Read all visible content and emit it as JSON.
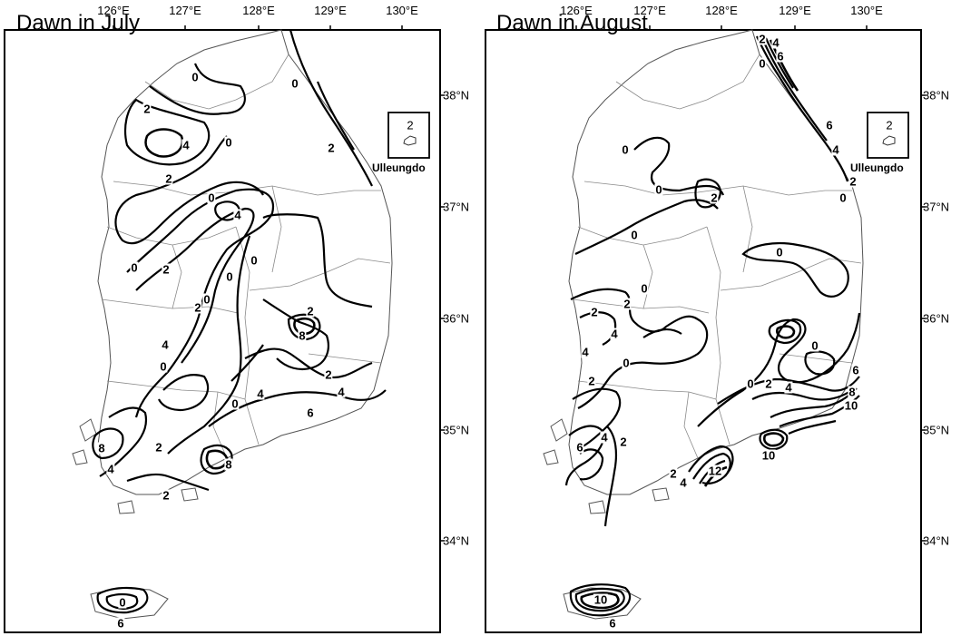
{
  "figure": {
    "lon_ticks": [
      "126°E",
      "127°E",
      "128°E",
      "129°E",
      "130°E"
    ],
    "lat_ticks": [
      "38°N",
      "37°N",
      "36°N",
      "35°N",
      "34°N"
    ],
    "inset_island": "Ulleungdo"
  },
  "maps": [
    {
      "title": "Dawn in July",
      "inset_value": "2",
      "contour_labels": [
        "0",
        "0",
        "2",
        "4",
        "0",
        "2",
        "0",
        "4",
        "0",
        "2",
        "0",
        "2",
        "0",
        "0",
        "2",
        "8",
        "4",
        "0",
        "2",
        "4",
        "2",
        "6",
        "0",
        "4",
        "8",
        "4",
        "2",
        "2",
        "8",
        "0",
        "6"
      ]
    },
    {
      "title": "Dawn in August",
      "inset_value": "2",
      "contour_labels": [
        "2",
        "4",
        "6",
        "0",
        "6",
        "4",
        "2",
        "0",
        "0",
        "0",
        "2",
        "0",
        "0",
        "2",
        "0",
        "4",
        "2",
        "4",
        "0",
        "2",
        "0",
        "2",
        "4",
        "6",
        "8",
        "10",
        "4",
        "2",
        "6",
        "2",
        "4",
        "12",
        "10",
        "10",
        "6",
        "0"
      ]
    }
  ],
  "colors": {
    "background": "#ffffff",
    "ink": "#000000",
    "boundary": "#7a7a7a"
  }
}
